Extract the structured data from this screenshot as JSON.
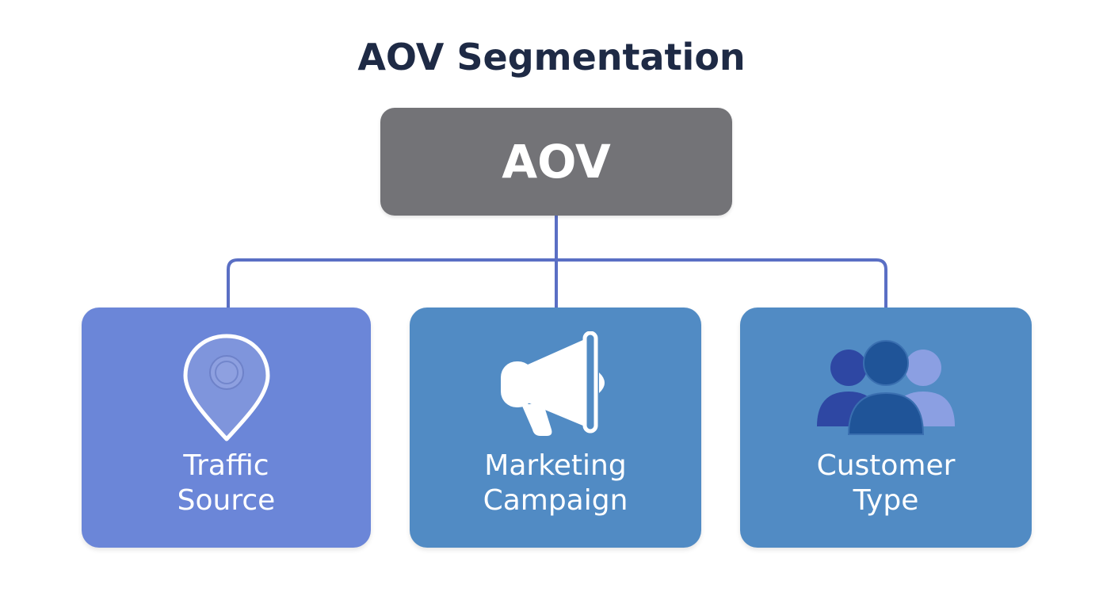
{
  "title": "AOV Segmentation",
  "root": {
    "label": "AOV"
  },
  "segments": [
    {
      "label_line1": "Traffic",
      "label_line2": "Source",
      "icon": "map-pin-icon",
      "color": "#6b86d8"
    },
    {
      "label_line1": "Marketing",
      "label_line2": "Campaign",
      "icon": "megaphone-icon",
      "color": "#518bc4"
    },
    {
      "label_line1": "Customer",
      "label_line2": "Type",
      "icon": "people-group-icon",
      "color": "#518bc4"
    }
  ],
  "colors": {
    "title": "#1e2a45",
    "root": "#737377",
    "connector": "#5a6fc4"
  }
}
